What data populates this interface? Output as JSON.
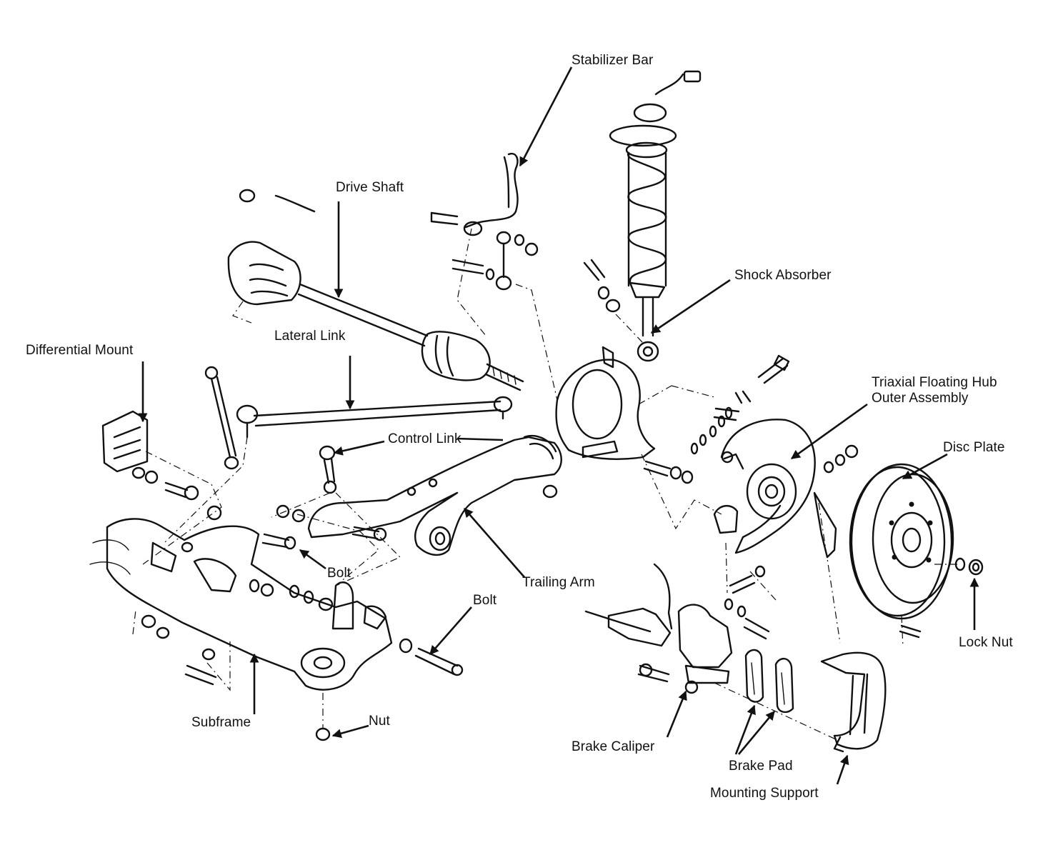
{
  "labels": {
    "stabilizer_bar": "Stabilizer Bar",
    "drive_shaft": "Drive Shaft",
    "shock_absorber": "Shock Absorber",
    "lateral_link": "Lateral Link",
    "differential_mount": "Differential Mount",
    "triaxial_hub_line1": "Triaxial Floating Hub",
    "triaxial_hub_line2": "Outer Assembly",
    "control_link": "Control Link",
    "disc_plate": "Disc Plate",
    "bolt_upper": "Bolt",
    "trailing_arm": "Trailing Arm",
    "bolt_lower": "Bolt",
    "lock_nut": "Lock Nut",
    "subframe": "Subframe",
    "nut": "Nut",
    "brake_caliper": "Brake Caliper",
    "brake_pad": "Brake Pad",
    "mounting_support": "Mounting Support"
  },
  "colors": {
    "ink": "#111111",
    "paper": "#ffffff"
  }
}
